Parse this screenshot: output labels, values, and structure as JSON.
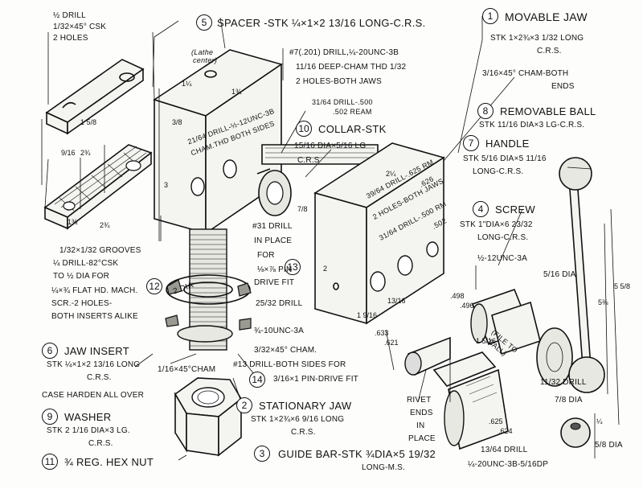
{
  "parts": {
    "p1": {
      "num": "1",
      "title": "MOVABLE JAW",
      "l2": "STK 1×2¾×3 1/32 LONG",
      "l3": "C.R.S."
    },
    "p2": {
      "num": "2",
      "title": "STATIONARY JAW",
      "l2": "STK 1×2¾×6 9/16 LONG",
      "l3": "C.R.S."
    },
    "p3": {
      "num": "3",
      "title": "GUIDE BAR-STK ¾DIA×5 19/32",
      "l2": "LONG-M.S."
    },
    "p4": {
      "num": "4",
      "title": "SCREW",
      "l2": "STK 1\"DIA×6 23/32",
      "l3": "LONG-C.R.S."
    },
    "p5": {
      "num": "5",
      "title": "SPACER -STK ¼×1×2 13/16 LONG-C.R.S."
    },
    "p6": {
      "num": "6",
      "title": "JAW INSERT",
      "l2": "STK ¼×1×2 13/16 LONG",
      "l3": "C.R.S.",
      "l4": "CASE HARDEN ALL OVER"
    },
    "p7": {
      "num": "7",
      "title": "HANDLE",
      "l2": "STK 5/16 DIA×5 11/16",
      "l3": "LONG-C.R.S."
    },
    "p8": {
      "num": "8",
      "title": "REMOVABLE BALL",
      "l2": "STK 11/16 DIA×3 LG-C.R.S."
    },
    "p9": {
      "num": "9",
      "title": "WASHER",
      "l2": "STK 2 1/16 DIA×3 LG.",
      "l3": "C.R.S."
    },
    "p10": {
      "num": "10",
      "title": "COLLAR-STK",
      "l2": "15/16 DIA×5/16 LG",
      "l3": "C.R.S"
    },
    "p11": {
      "num": "11",
      "title": "¾ REG. HEX NUT"
    },
    "p12": {
      "num": "12"
    },
    "p13": {
      "num": "13"
    },
    "p14": {
      "num": "14"
    }
  },
  "notes": {
    "drill_top_a": "½ DRILL",
    "drill_top_b": "1/32×45° CSK",
    "drill_top_c": "2 HOLES",
    "lathe": "(Lathe",
    "lathe2": "center)",
    "no7_a": "#7(.201) DRILL,¼-20UNC-3B",
    "no7_b": "11/16 DEEP-CHAM THD 1/32",
    "no7_c": "2 HOLES-BOTH JAWS",
    "cham_ends_a": "3/16×45° CHAM-BOTH",
    "cham_ends_b": "ENDS",
    "ream_a": "31/64 DRILL-.500",
    "ream_b": ".502 REAM",
    "drill_cham": "21/64 DRILL-½-12UNC-3B",
    "drill_cham2": "CHAM.THD BOTH SIDES",
    "grooves": "1/32×1/32 GROOVES",
    "csk_a": "¼ DRILL-82°CSK",
    "csk_b": "TO ½ DIA FOR",
    "csk_c": "¼×¾ FLAT HD. MACH.",
    "csk_d": "SCR.-2 HOLES-",
    "csk_e": "BOTH INSERTS ALIKE",
    "no31_a": "#31 DRILL",
    "no31_b": "IN PLACE",
    "no31_c": "FOR",
    "no31_d": "⅛×⅞ PIN",
    "no31_e": "DRIVE FIT",
    "drill_25": "25/32 DRILL",
    "unc_34": "¾-10UNC-3A",
    "cham_32": "3/32×45° CHAM.",
    "cham_16": "1/16×45°CHAM",
    "no13_a": "#13 DRILL-BOTH SIDES FOR",
    "no13_b": "3/16×1 PIN-DRIVE FIT",
    "mj_drill_a": "39/64 DRILL-.625 RM",
    "mj_drill_b": ".626",
    "mj_drill_c": "2 HOLES-BOTH JAWS",
    "mj_drill_d": "31/64 DRILL-.500 RM",
    "mj_drill_e": ".502",
    "unc_12": "½-12UNC-3A",
    "rivet_a": "RIVET",
    "rivet_b": "ENDS",
    "rivet_c": "IN",
    "rivet_d": "PLACE",
    "drill_1364": "13/64 DRILL",
    "unc_14": "¼-20UNC-3B-5/16DP",
    "dia_516": "5/16 DIA",
    "dia_1132": "11/32 DRILL",
    "dia_78": "7/8 DIA",
    "dia_58": "5/8 DIA",
    "file_to": "(FILE TO",
    "file_to2": "BALL)",
    "two_dia": "2 DIA"
  },
  "dims": {
    "d_1_5_8": "1 5/8",
    "d_2_3_4": "2¾",
    "d_9_16": "9/16",
    "d_1_3_4": "1¾",
    "d_2_3_4b": "2¾",
    "d_3": "3",
    "d_1_1_4": "1¼",
    "d_1_3_4c": "1¾",
    "d_3_8": "3/8",
    "d_7_8": "7/8",
    "d_2_1_4": "2¼",
    "d_13_16": "13/16",
    "d_1_9_16": "1 9/16",
    "d_498": ".498",
    "d_496": ".496",
    "d_625": ".625",
    "d_624": ".624",
    "d_633": ".633",
    "d_621": ".621",
    "d_5_5_8": "5 5/8",
    "d_5_3_8": "5⅜",
    "d_1_4": "¼",
    "d_2": "2",
    "d_1_5_16": "1 5/16"
  }
}
